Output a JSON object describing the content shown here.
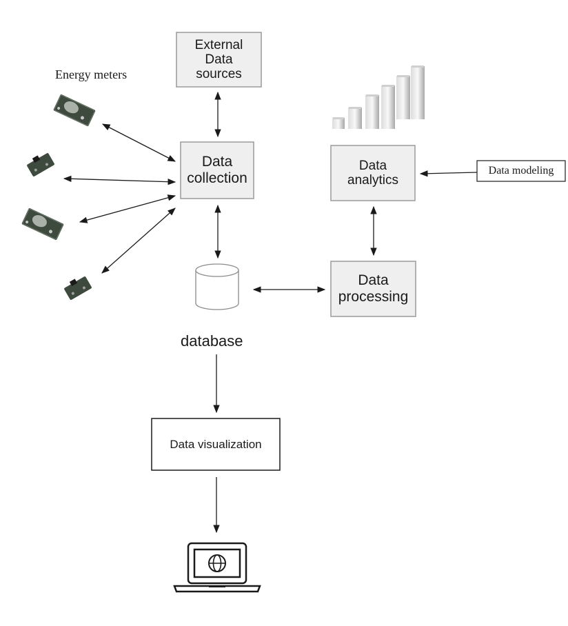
{
  "labels": {
    "energy_meters": "Energy meters",
    "external_line1": "External",
    "external_line2": "Data",
    "external_line3": "sources",
    "collection_line1": "Data",
    "collection_line2": "collection",
    "analytics_line1": "Data",
    "analytics_line2": "analytics",
    "processing_line1": "Data",
    "processing_line2": "processing",
    "data_modeling": "Data modeling",
    "database": "database",
    "data_visualization": "Data visualization"
  },
  "colors": {
    "box_fill": "#efefef",
    "box_stroke": "#9a9a9a",
    "arrow": "#1a1a1a",
    "pcb": "#3d4a3d",
    "chip": "#9aa59a"
  },
  "icons": {
    "meters": [
      "pcb-module-icon",
      "pcb-module-icon",
      "pcb-module-icon",
      "pcb-module-icon"
    ],
    "bars": "bar-growth-icon",
    "database": "database-cylinder-icon",
    "laptop": "laptop-globe-icon"
  }
}
